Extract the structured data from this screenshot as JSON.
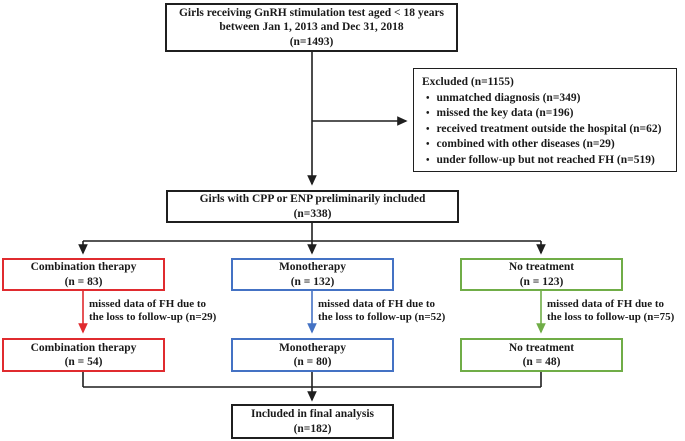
{
  "title": "Patient selection flowchart",
  "ui": {
    "bullet_glyph": "•"
  },
  "accent_colors": {
    "black": "#1f1f1f",
    "red": "#e02b2f",
    "blue": "#4472c4",
    "green": "#70ad47"
  },
  "nodes": {
    "top": {
      "lines": [
        "Girls receiving GnRH stimulation test aged < 18 years",
        "between Jan 1, 2013 and Dec 31, 2018",
        "(n=1493)"
      ]
    },
    "excluded": {
      "title": "Excluded (n=1155)",
      "bullets": [
        "unmatched diagnosis (n=349)",
        "missed the key data (n=196)",
        "received treatment outside the hospital (n=62)",
        "combined with other diseases (n=29)",
        "under follow-up but not reached FH (n=519)"
      ]
    },
    "included_prelim": {
      "lines": [
        "Girls with CPP or ENP preliminarily included",
        "(n=338)"
      ]
    },
    "combination_initial": {
      "lines": [
        "Combination therapy",
        "(n = 83)"
      ]
    },
    "monotherapy_initial": {
      "lines": [
        "Monotherapy",
        "(n = 132)"
      ]
    },
    "no_treatment_initial": {
      "lines": [
        "No treatment",
        "(n = 123)"
      ]
    },
    "loss_combination": {
      "lines": [
        "missed data of FH due to",
        "the loss to follow-up (n=29)"
      ]
    },
    "loss_monotherapy": {
      "lines": [
        "missed data of FH due to",
        "the loss to follow-up (n=52)"
      ]
    },
    "loss_no_treatment": {
      "lines": [
        "missed data of FH due to",
        "the loss to follow-up (n=75)"
      ]
    },
    "combination_final": {
      "lines": [
        "Combination therapy",
        "(n = 54)"
      ]
    },
    "monotherapy_final": {
      "lines": [
        "Monotherapy",
        "(n = 80)"
      ]
    },
    "no_treatment_final": {
      "lines": [
        "No treatment",
        "(n = 48)"
      ]
    },
    "final_analysis": {
      "lines": [
        "Included in final analysis",
        "(n=182)"
      ]
    }
  }
}
